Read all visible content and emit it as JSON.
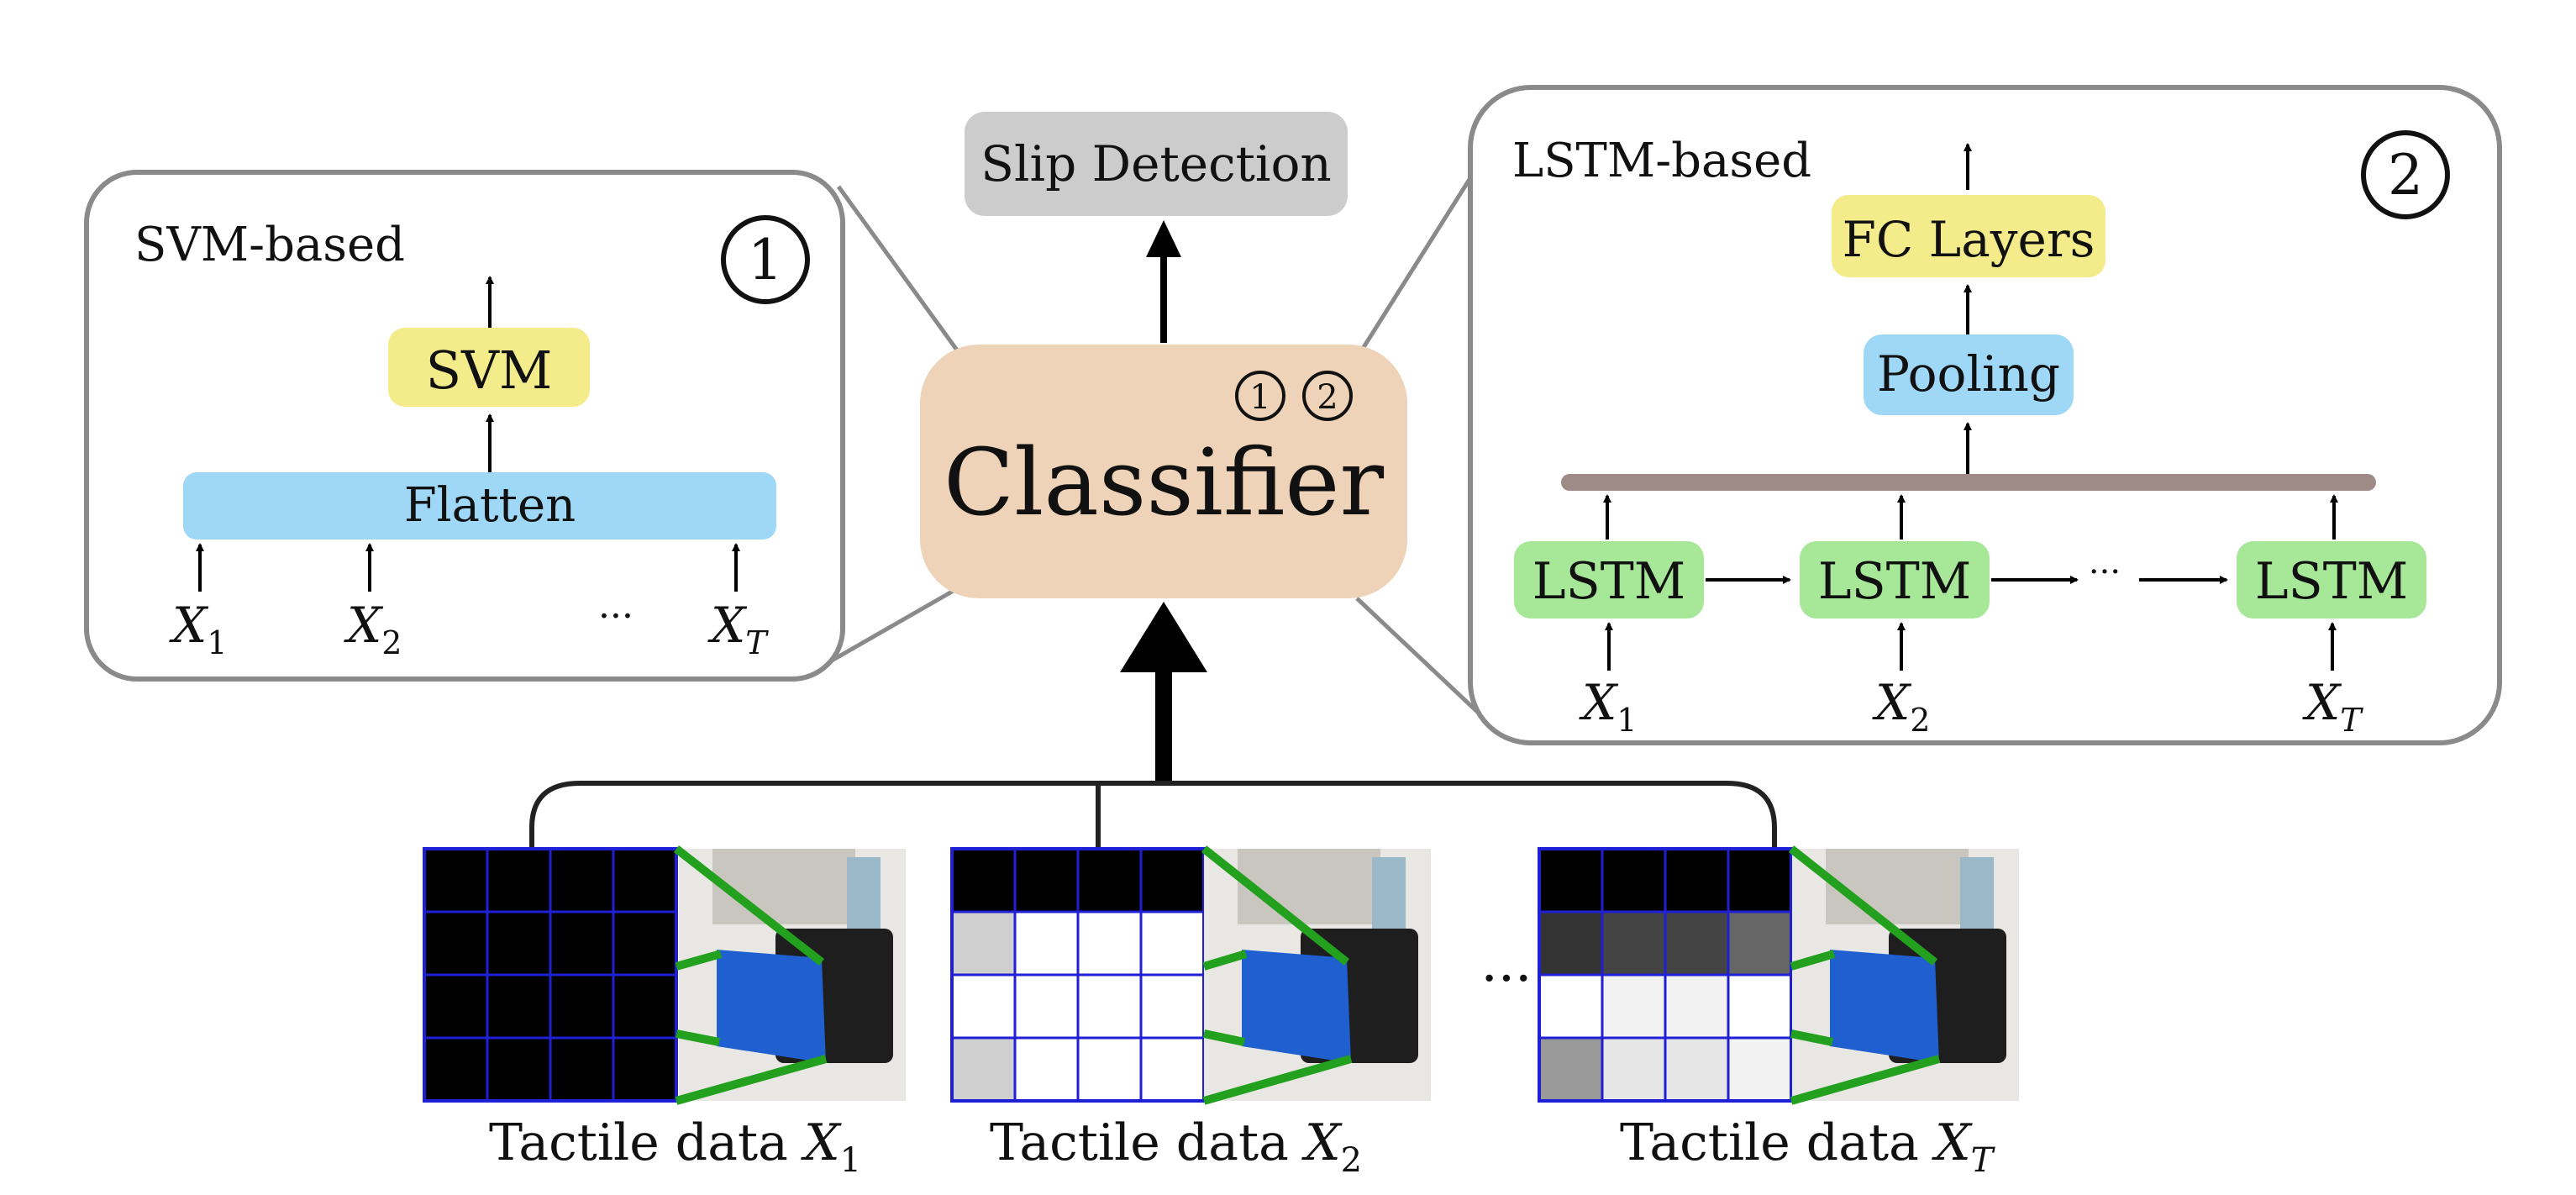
{
  "top": {
    "output_label": "Slip Detection"
  },
  "classifier": {
    "label": "Classifier",
    "badges": [
      "1",
      "2"
    ]
  },
  "svm_panel": {
    "title": "SVM-based",
    "number": "1",
    "svm_label": "SVM",
    "flatten_label": "Flatten",
    "inputs": [
      {
        "var": "X",
        "sub": "1"
      },
      {
        "var": "X",
        "sub": "2"
      },
      {
        "var": "X",
        "sub": "T"
      }
    ],
    "ellipsis": "···"
  },
  "lstm_panel": {
    "title": "LSTM-based",
    "number": "2",
    "fc_label": "FC Layers",
    "pooling_label": "Pooling",
    "lstm_label": "LSTM",
    "inputs": [
      {
        "var": "X",
        "sub": "1"
      },
      {
        "var": "X",
        "sub": "2"
      },
      {
        "var": "X",
        "sub": "T"
      }
    ],
    "ellipsis": "···"
  },
  "tactile": {
    "caption_prefix": "Tactile data",
    "items": [
      {
        "var": "X",
        "sub": "1"
      },
      {
        "var": "X",
        "sub": "2"
      },
      {
        "var": "X",
        "sub": "T"
      }
    ],
    "ellipsis": "···"
  },
  "colors": {
    "panel_border": "#8a8a8a",
    "slip_box": "#cccccc",
    "classifier_box": "#efd3b8",
    "svm_box": "#f4ec8a",
    "flatten_box": "#9fd8f7",
    "pooling_box": "#9fd8f7",
    "fc_box": "#f4ec8a",
    "lstm_box": "#a6e898",
    "bus_bar": "#9e8a86",
    "sensor_grid_line": "#1f1fd6",
    "sensor_link": "#22a01e"
  }
}
